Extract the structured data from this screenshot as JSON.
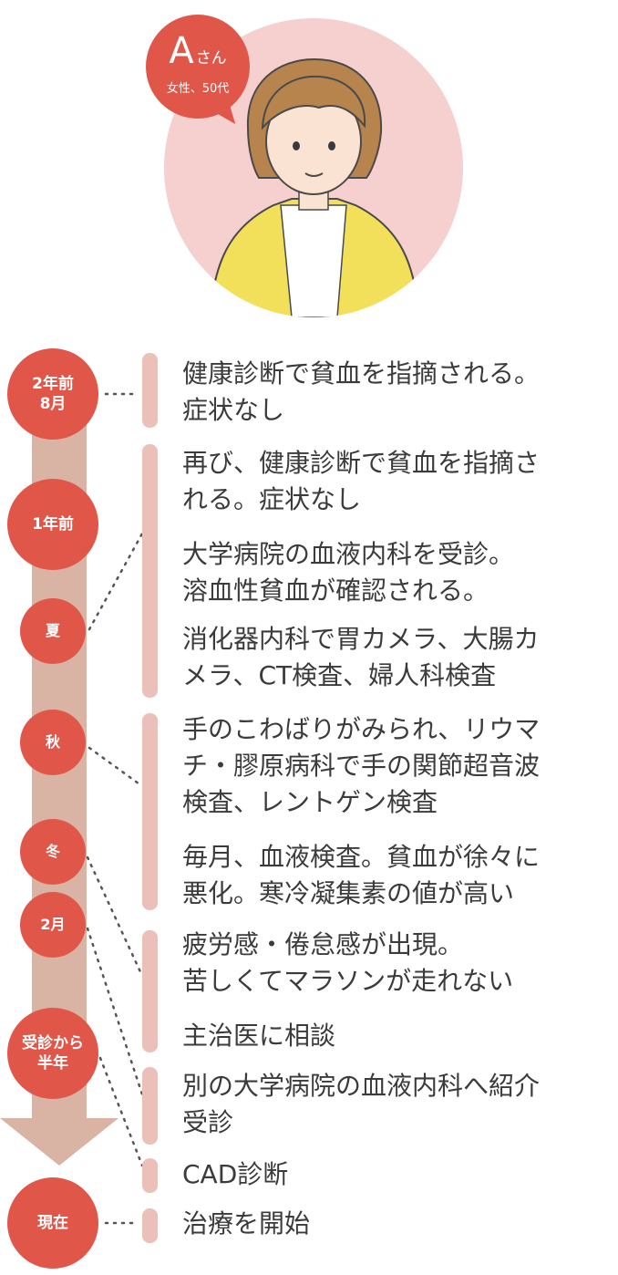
{
  "profile": {
    "name_letter": "A",
    "name_suffix": "さん",
    "description": "女性、50代"
  },
  "timeline": {
    "labels": {
      "two_years_ago": "2年前\n8月",
      "one_year_ago": "1年前",
      "summer": "夏",
      "autumn": "秋",
      "winter": "冬",
      "february": "2月",
      "half_year": "受診から\n半年",
      "now": "現在"
    },
    "events": {
      "e1": "健康診断で貧血を指摘される。\n症状なし",
      "e2": "再び、健康診断で貧血を指摘さ\nれる。症状なし",
      "e3": "大学病院の血液内科を受診。\n溶血性貧血が確認される。",
      "e4": "消化器内科で胃カメラ、大腸カ\nメラ、CT検査、婦人科検査",
      "e5": "手のこわばりがみられ、リウマ\nチ・膠原病科で手の関節超音波\n検査、レントゲン検査",
      "e6": "毎月、血液検査。貧血が徐々に\n悪化。寒冷凝集素の値が高い",
      "e7": "疲労感・倦怠感が出現。\n苦しくてマラソンが走れない",
      "e8": "主治医に相談",
      "e9": "別の大学病院の血液内科へ紹介\n受診",
      "e10": "CAD診断",
      "e11": "治療を開始"
    }
  },
  "colors": {
    "accent_red": "#e0574a",
    "portrait_bg": "#f6cfcf",
    "arrow": "#d9b3a4",
    "bar": "#ebc0b8"
  }
}
